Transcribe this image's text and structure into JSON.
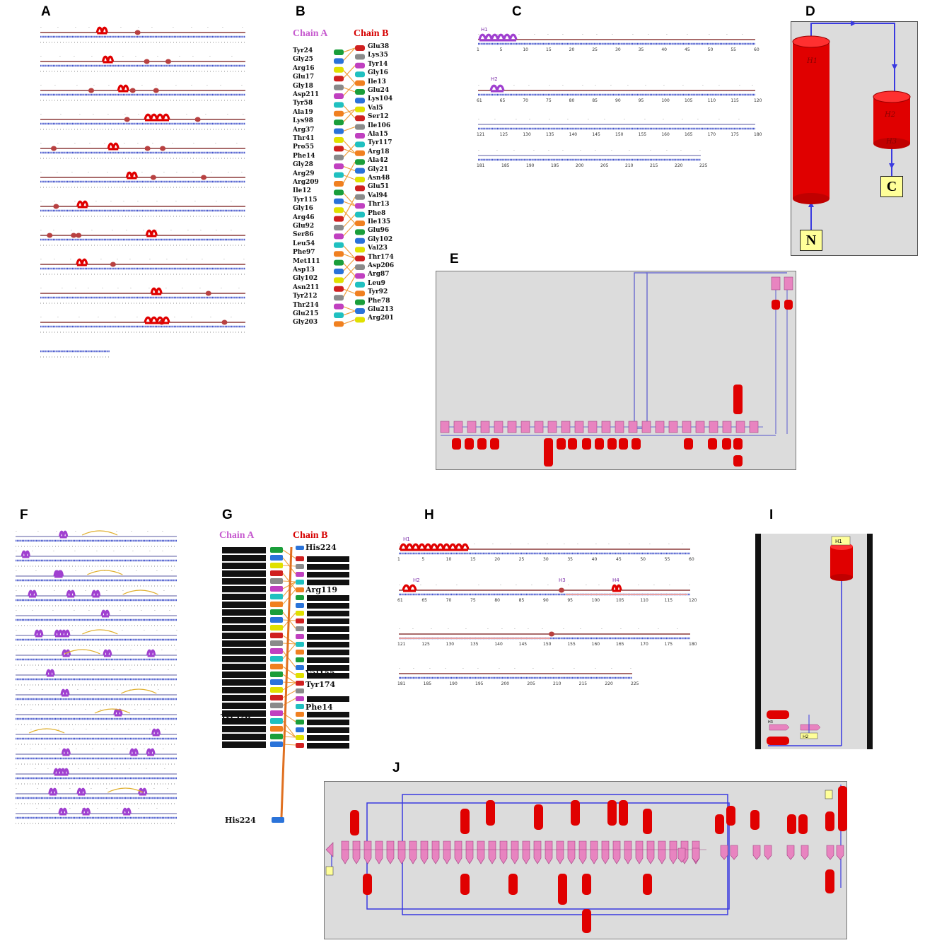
{
  "panels": {
    "A": "A",
    "B": "B",
    "C": "C",
    "D": "D",
    "E": "E",
    "F": "F",
    "G": "G",
    "H": "H",
    "I": "I",
    "J": "J"
  },
  "colors": {
    "helix_red": "#e00000",
    "helix_purple": "#a040d0",
    "strand_pink": "#e884c0",
    "loop_blue": "#3a3ae0",
    "backbone_brown": "#8b3a3a",
    "panel_bg": "#dcdcdc",
    "chain_a": "#c65bcf",
    "chain_b": "#d60000",
    "terminus_box": "#ffff99"
  },
  "panel_B": {
    "chain_a_label": "Chain A",
    "chain_b_label": "Chain B",
    "chain_a_residues": [
      "Tyr24",
      "Gly25",
      "Arg16",
      "Glu17",
      "Gly18",
      "Asp211",
      "Tyr58",
      "Ala19",
      "Lys98",
      "Arg37",
      "Thr41",
      "Pro55",
      "Phe14",
      "Gly28",
      "Arg29",
      "Arg209",
      "Ile12",
      "Tyr115",
      "Gly16",
      "Arg46",
      "Glu92",
      "Ser86",
      "Leu54",
      "Phe97",
      "Met111",
      "Asp13",
      "Gly102",
      "Asn211",
      "Tyr212",
      "Thr214",
      "Glu215",
      "Gly203"
    ],
    "chain_b_residues": [
      "Glu38",
      "Lys35",
      "Tyr14",
      "Gly16",
      "Ile13",
      "Glu24",
      "Lys104",
      "Val5",
      "Ser12",
      "Ile106",
      "Ala15",
      "Tyr117",
      "Arg18",
      "Ala42",
      "Gly21",
      "Asn48",
      "Glu51",
      "Val94",
      "Thr13",
      "Phe8",
      "Ile135",
      "Glu96",
      "Gly102",
      "Val23",
      "Thr174",
      "Asp206",
      "Arg87",
      "Leu9",
      "Tyr92",
      "Phe78",
      "Glu213",
      "Arg201"
    ]
  },
  "panel_C": {
    "helix_labels": [
      "H1",
      "H2"
    ],
    "row_ticks": [
      [
        "1",
        "5",
        "10",
        "15",
        "20",
        "25",
        "30",
        "35",
        "40",
        "45",
        "50",
        "55",
        "60"
      ],
      [
        "61",
        "65",
        "70",
        "75",
        "80",
        "85",
        "90",
        "95",
        "100",
        "105",
        "110",
        "115",
        "120"
      ],
      [
        "121",
        "125",
        "130",
        "135",
        "140",
        "145",
        "150",
        "155",
        "160",
        "165",
        "170",
        "175",
        "180"
      ],
      [
        "181",
        "185",
        "190",
        "195",
        "200",
        "205",
        "210",
        "215",
        "220",
        "225"
      ]
    ]
  },
  "panel_D": {
    "n_label": "N",
    "c_label": "C",
    "cyl_labels": [
      "H1",
      "H2",
      "H3"
    ]
  },
  "panel_G": {
    "chain_a_label": "Chain A",
    "chain_b_label": "Chain B",
    "chain_b_residues": [
      "His224",
      "Arg119",
      "Val155",
      "Tyr174",
      "Phe14"
    ],
    "chain_a_residues": [
      "Tyr320"
    ],
    "bottom_residue": "His224"
  },
  "panel_H": {
    "helix_labels": [
      "H1",
      "H2",
      "H3",
      "H4"
    ],
    "row_ticks": [
      [
        "1",
        "5",
        "10",
        "15",
        "20",
        "25",
        "30",
        "35",
        "40",
        "45",
        "50",
        "55",
        "60"
      ],
      [
        "61",
        "65",
        "70",
        "75",
        "80",
        "85",
        "90",
        "95",
        "100",
        "105",
        "110",
        "115",
        "120"
      ],
      [
        "121",
        "125",
        "130",
        "135",
        "140",
        "145",
        "150",
        "155",
        "160",
        "165",
        "170",
        "175",
        "180"
      ],
      [
        "181",
        "185",
        "190",
        "195",
        "200",
        "205",
        "210",
        "215",
        "220",
        "225"
      ]
    ]
  },
  "panel_I": {
    "labels": [
      "H1",
      "H2",
      "H3"
    ]
  }
}
